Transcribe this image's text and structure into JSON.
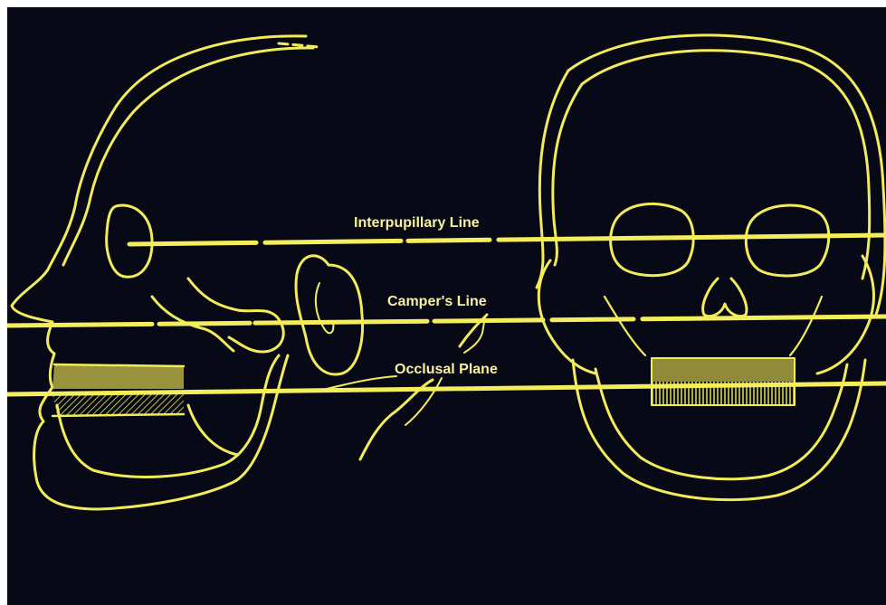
{
  "colors": {
    "background": "#070a16",
    "line": "#f2ec5a",
    "label": "#f7f1a0",
    "fill": "#d9d25a"
  },
  "labels": {
    "interpupillary": "Interpupillary Line",
    "campers": "Camper's Line",
    "occlusal": "Occlusal Plane"
  }
}
